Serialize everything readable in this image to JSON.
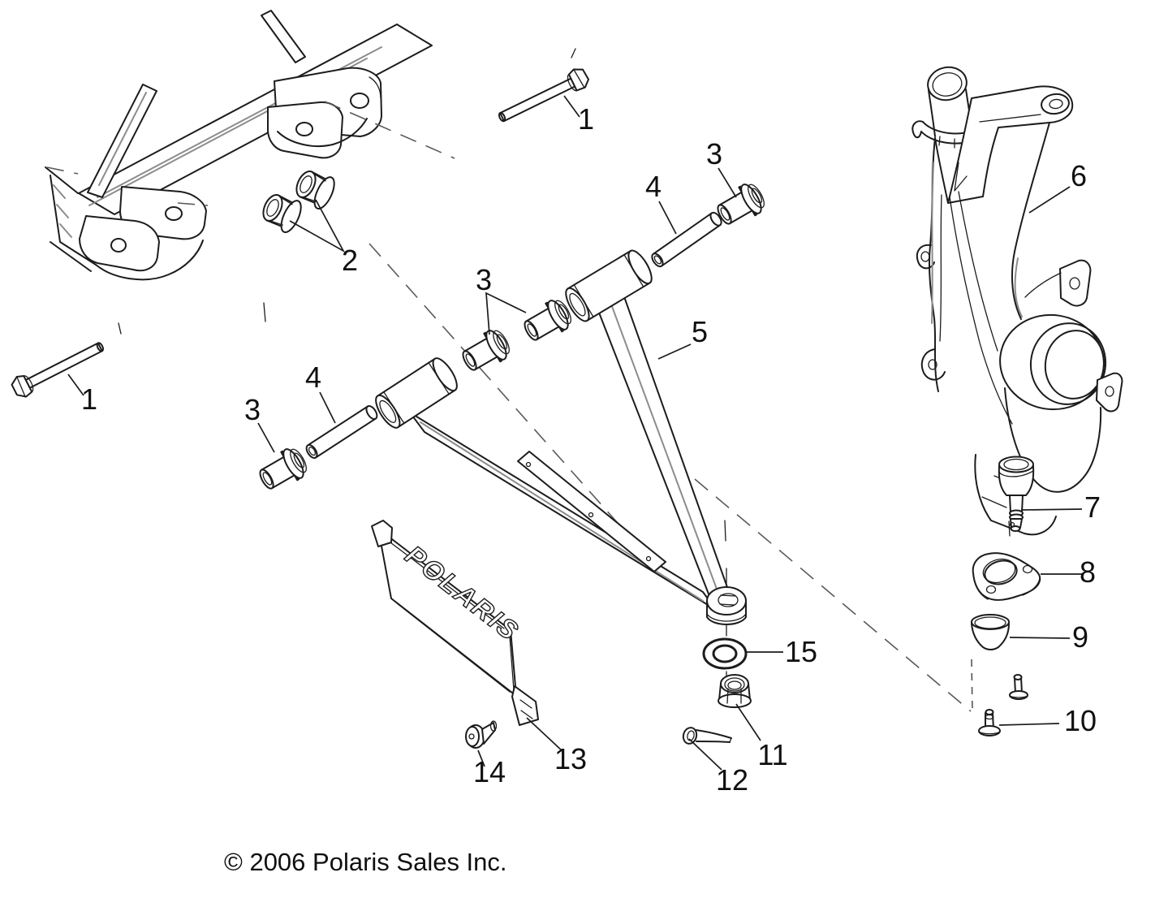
{
  "diagram": {
    "copyright": "© 2006 Polaris Sales Inc.",
    "guard_brand": "POLARIS",
    "colors": {
      "line": "#1c1c1c",
      "background": "#ffffff",
      "shade": "#8c8c8c"
    },
    "callouts": [
      {
        "ref": "bolt-top",
        "label": "1"
      },
      {
        "ref": "bolt-left",
        "label": "1"
      },
      {
        "ref": "flange-nuts",
        "label": "2"
      },
      {
        "ref": "bushing-upper-right",
        "label": "3"
      },
      {
        "ref": "bushings-center",
        "label": "3"
      },
      {
        "ref": "bushing-left",
        "label": "3"
      },
      {
        "ref": "spacer-upper",
        "label": "4"
      },
      {
        "ref": "spacer-left",
        "label": "4"
      },
      {
        "ref": "a-arm",
        "label": "5"
      },
      {
        "ref": "steering-knuckle",
        "label": "6"
      },
      {
        "ref": "ball-joint",
        "label": "7"
      },
      {
        "ref": "gasket",
        "label": "8"
      },
      {
        "ref": "dust-cap",
        "label": "9"
      },
      {
        "ref": "screws",
        "label": "10"
      },
      {
        "ref": "lock-nut",
        "label": "11"
      },
      {
        "ref": "cotter-pin",
        "label": "12"
      },
      {
        "ref": "a-arm-guard",
        "label": "13"
      },
      {
        "ref": "guard-screw",
        "label": "14"
      },
      {
        "ref": "washer",
        "label": "15"
      }
    ]
  }
}
